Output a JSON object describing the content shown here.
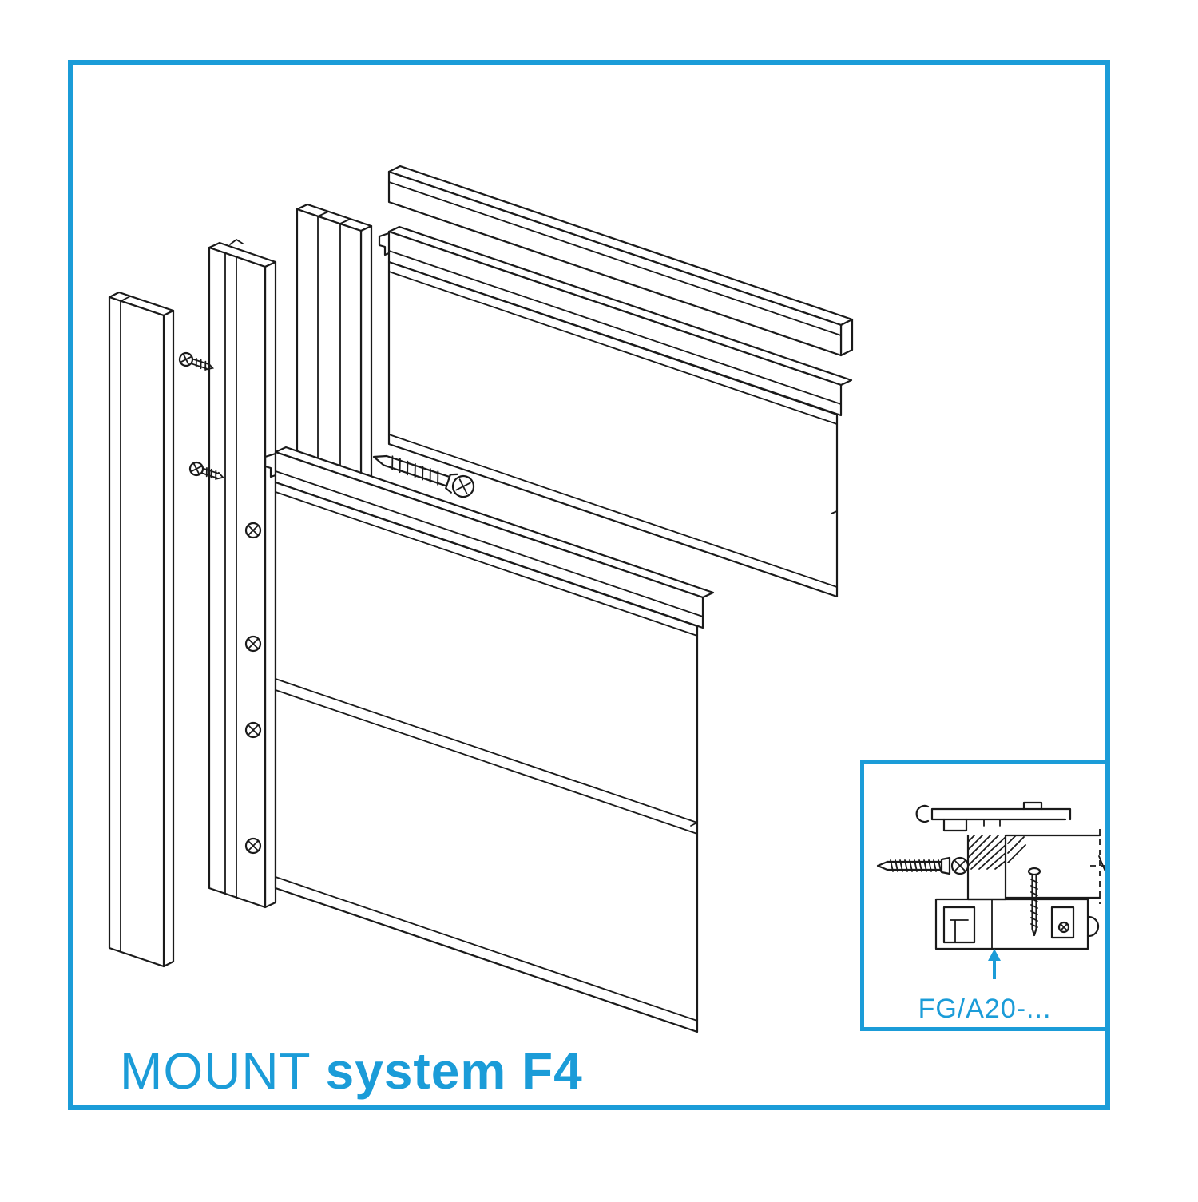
{
  "title": {
    "prefix": "MOUNT",
    "suffix": "system F4"
  },
  "inset": {
    "label": "FG/A20-..."
  },
  "colors": {
    "accent_blue": "#1b9cd8",
    "line_black": "#1a1a1a"
  }
}
